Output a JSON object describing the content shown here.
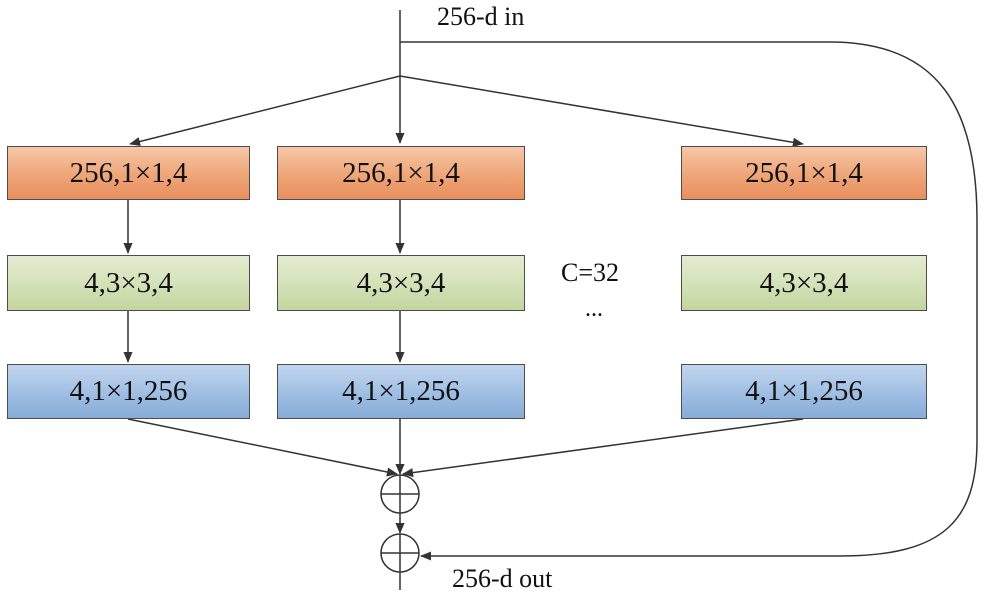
{
  "labels": {
    "input": "256-d  in",
    "output": "256-d  out",
    "cardinality": "C=32",
    "ellipsis": "..."
  },
  "paths": [
    {
      "name": "path-1",
      "blocks": [
        {
          "color": "orange",
          "text": "256,1×1,4"
        },
        {
          "color": "green",
          "text": "4,3×3,4"
        },
        {
          "color": "blue",
          "text": "4,1×1,256"
        }
      ]
    },
    {
      "name": "path-2",
      "blocks": [
        {
          "color": "orange",
          "text": "256,1×1,4"
        },
        {
          "color": "green",
          "text": "4,3×3,4"
        },
        {
          "color": "blue",
          "text": "4,1×1,256"
        }
      ]
    },
    {
      "name": "path-32",
      "blocks": [
        {
          "color": "orange",
          "text": "256,1×1,4"
        },
        {
          "color": "green",
          "text": "4,3×3,4"
        },
        {
          "color": "blue",
          "text": "4,1×1,256"
        }
      ]
    }
  ],
  "operators": {
    "aggregate_sum": "⊕",
    "residual_sum": "⊕"
  }
}
